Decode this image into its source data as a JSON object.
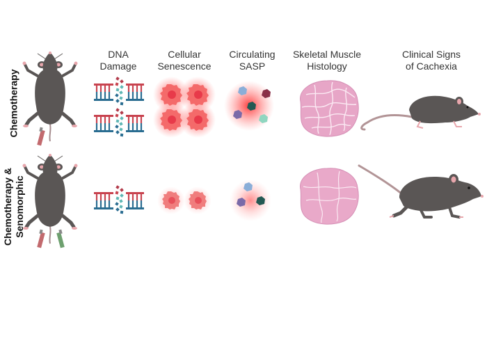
{
  "columns": {
    "dna_damage": "DNA\nDamage",
    "senescence": "Cellular\nSenescence",
    "sasp": "Circulating\nSASP",
    "histology": "Skeletal Muscle\nHistology",
    "cachexia": "Clinical Signs\nof Cachexia"
  },
  "rows": {
    "chemo": "Chemotherapy",
    "combo": "Chemotherapy &\nSenomorphic"
  },
  "colors": {
    "mouse": "#5a5655",
    "mouse_dark": "#3f3b3b",
    "mouse_pink": "#e8a6ac",
    "dna_red": "#c8434f",
    "dna_blue": "#2a6d91",
    "dna_teal": "#5fb7b5",
    "cell_glow": "#ff3b3b",
    "cell_core": "#e83a4a",
    "cell_body": "#f47272",
    "tissue": "#e7a6c7",
    "tissue_line": "#f8e6f0",
    "syringe_red": "#c26a6e",
    "syringe_green": "#6ea06f"
  }
}
